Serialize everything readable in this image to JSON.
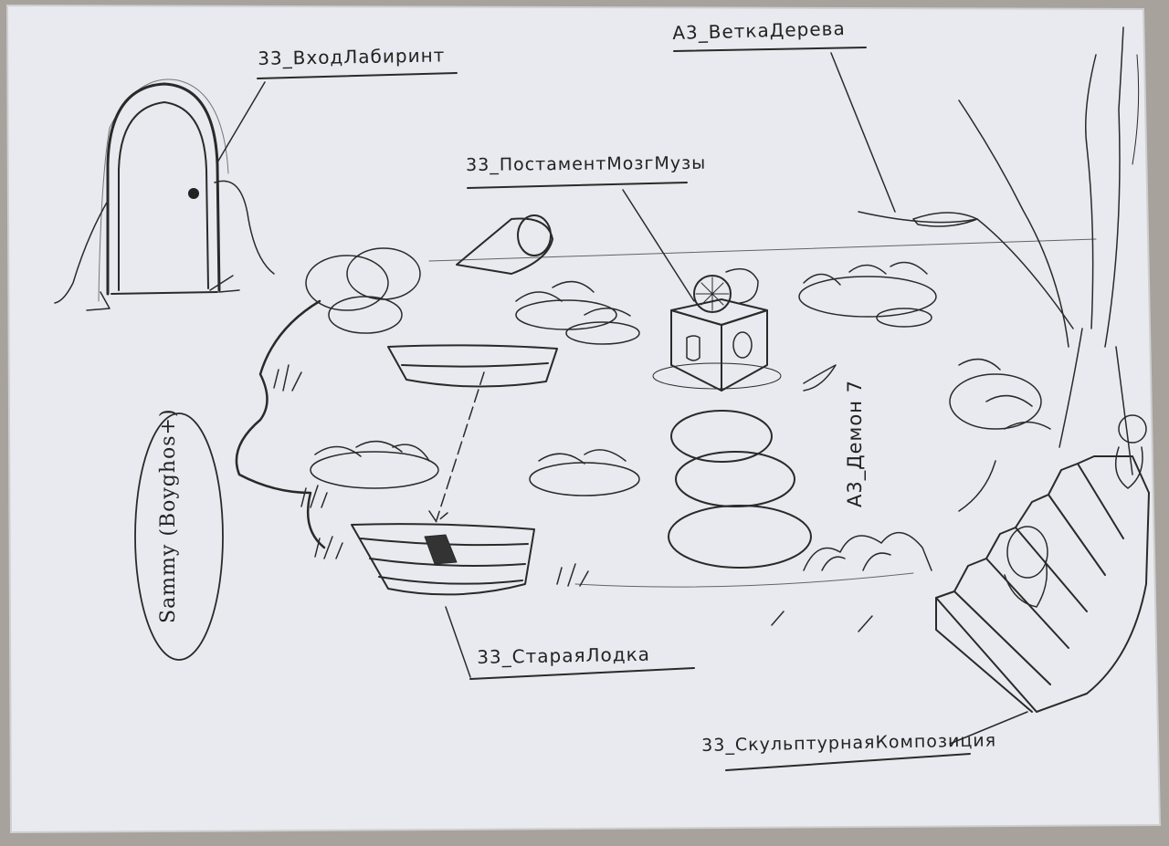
{
  "labels": {
    "entrance": "33_ВходЛабиринт",
    "branch": "А3_ВеткаДерева",
    "pedestal": "33_ПостаментМозгМузы",
    "boat": "33_СтараяЛодка",
    "sculpture": "33_СкульптурнаяКомпозиция",
    "demon": "А3_Демон 7",
    "author": "Sammy (Boyghos+)"
  },
  "colors": {
    "paper": "#e9eaef",
    "pencil": "#2a2a2a",
    "background": "#a7a29b"
  }
}
